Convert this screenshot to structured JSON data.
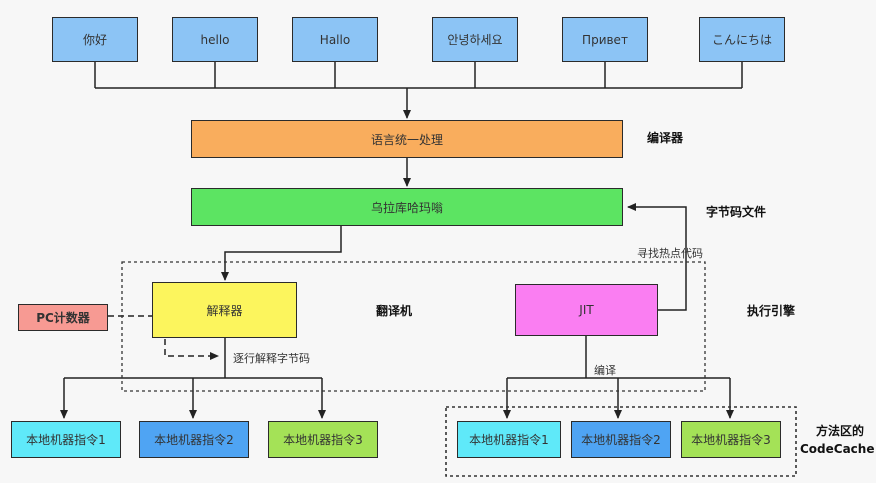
{
  "languages": [
    "你好",
    "hello",
    "Hallo",
    "안녕하세요",
    "Привет",
    "こんにちは"
  ],
  "compiler_box": "语言统一处理",
  "bytecode_box": "乌拉库哈玛嗡",
  "interpreter_box": "解释器",
  "jit_box": "JIT",
  "pc_counter_box": "PC计数器",
  "native_instructions_left": [
    "本地机器指令1",
    "本地机器指令2",
    "本地机器指令3"
  ],
  "native_instructions_right": [
    "本地机器指令1",
    "本地机器指令2",
    "本地机器指令3"
  ],
  "labels": {
    "compiler": "编译器",
    "bytecode_file": "字节码文件",
    "translator": "翻译机",
    "execution_engine": "执行引擎",
    "method_area_line1": "方法区的",
    "method_area_line2": "CodeCache"
  },
  "notes": {
    "find_hotspot": "寻找热点代码",
    "interpret_step": "逐行解释字节码",
    "compile": "编译"
  },
  "colors": {
    "language_box": "#8cc4f5",
    "compiler_box": "#f9ad5d",
    "bytecode_box": "#5ce462",
    "interpreter_box": "#fcf55d",
    "jit_box": "#fa7ef2",
    "pc_counter_box": "#f79a93",
    "native_1": "#5fe9f9",
    "native_2": "#4fa4f3",
    "native_3": "#a4e257"
  }
}
